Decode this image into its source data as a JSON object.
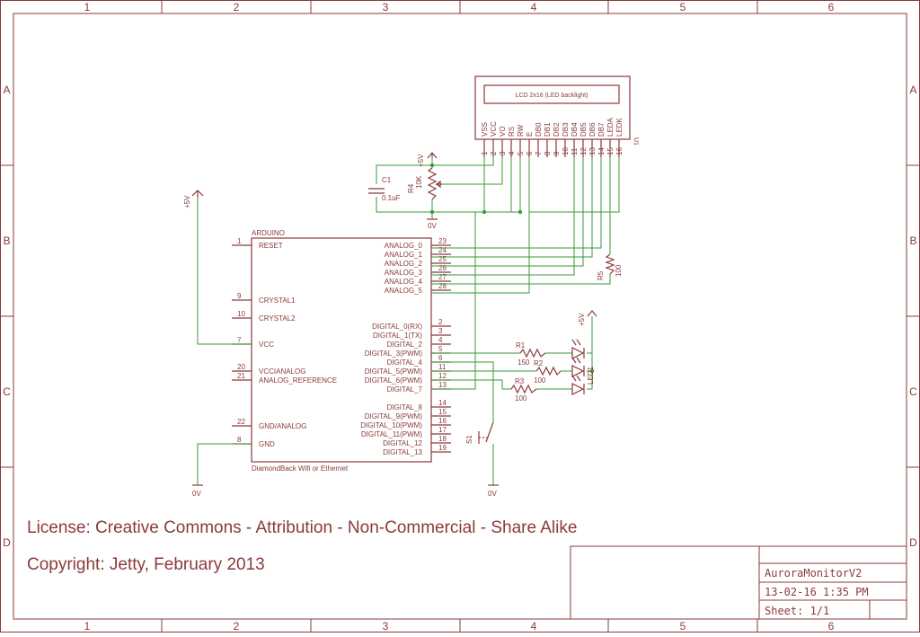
{
  "frame": {
    "columns": [
      "1",
      "2",
      "3",
      "4",
      "5",
      "6"
    ],
    "rows": [
      "A",
      "B",
      "C",
      "D"
    ]
  },
  "license": "License: Creative Commons - Attribution - Non-Commercial - Share Alike",
  "copyright": "Copyright: Jetty, February 2013",
  "title_block": {
    "name": "AuroraMonitorV2",
    "date": "13-02-16 1:35 PM",
    "sheet": "Sheet: 1/1"
  },
  "arduino": {
    "name": "ARDUINO",
    "value": "DiamondBack Wifi or Ethernet",
    "left_pins": [
      {
        "num": "1",
        "label": "RESET"
      },
      {
        "num": "9",
        "label": "CRYSTAL1"
      },
      {
        "num": "10",
        "label": "CRYSTAL2"
      },
      {
        "num": "7",
        "label": "VCC"
      },
      {
        "num": "20",
        "label": "VCCIANALOG"
      },
      {
        "num": "21",
        "label": "ANALOG_REFERENCE"
      },
      {
        "num": "22",
        "label": "GND/ANALOG"
      },
      {
        "num": "8",
        "label": "GND"
      }
    ],
    "right_pins": [
      {
        "num": "23",
        "label": "ANALOG_0"
      },
      {
        "num": "24",
        "label": "ANALOG_1"
      },
      {
        "num": "25",
        "label": "ANALOG_2"
      },
      {
        "num": "26",
        "label": "ANALOG_3"
      },
      {
        "num": "27",
        "label": "ANALOG_4"
      },
      {
        "num": "28",
        "label": "ANALOG_5"
      },
      {
        "num": "2",
        "label": "DIGITAL_0(RX)"
      },
      {
        "num": "3",
        "label": "DIGITAL_1(TX)"
      },
      {
        "num": "4",
        "label": "DIGITAL_2"
      },
      {
        "num": "5",
        "label": "DIGITAL_3(PWM)"
      },
      {
        "num": "6",
        "label": "DIGITAL_4"
      },
      {
        "num": "11",
        "label": "DIGITAL_5(PWM)"
      },
      {
        "num": "12",
        "label": "DIGITAL_6(PWM)"
      },
      {
        "num": "13",
        "label": "DIGITAL_7"
      },
      {
        "num": "14",
        "label": "DIGITAL_8"
      },
      {
        "num": "15",
        "label": "DIGITAL_9(PWM)"
      },
      {
        "num": "16",
        "label": "DIGITAL_10(PWM)"
      },
      {
        "num": "17",
        "label": "DIGITAL_11(PWM)"
      },
      {
        "num": "18",
        "label": "DIGITAL_12"
      },
      {
        "num": "19",
        "label": "DIGITAL_13"
      }
    ]
  },
  "lcd": {
    "label": "LCD 2x16 (LED backlight)",
    "ref": "U1",
    "pins": [
      {
        "num": "1",
        "label": "VSS"
      },
      {
        "num": "2",
        "label": "VCC"
      },
      {
        "num": "3",
        "label": "VO"
      },
      {
        "num": "4",
        "label": "RS"
      },
      {
        "num": "5",
        "label": "RW"
      },
      {
        "num": "6",
        "label": "E"
      },
      {
        "num": "7",
        "label": "DB0"
      },
      {
        "num": "8",
        "label": "DB1"
      },
      {
        "num": "9",
        "label": "DB2"
      },
      {
        "num": "10",
        "label": "DB3"
      },
      {
        "num": "11",
        "label": "DB4"
      },
      {
        "num": "12",
        "label": "DB5"
      },
      {
        "num": "13",
        "label": "DB6"
      },
      {
        "num": "14",
        "label": "DB7"
      },
      {
        "num": "15",
        "label": "LEDA"
      },
      {
        "num": "16",
        "label": "LEDK"
      }
    ]
  },
  "components": {
    "c1_ref": "C1",
    "c1_value": "0.1uF",
    "r4_ref": "R4",
    "r4_value": "10K",
    "r5_ref": "R5",
    "r5_value": "100",
    "r1_ref": "R1",
    "r1_value": "150",
    "r2_ref": "R2",
    "r2_value": "100",
    "r3_ref": "R3",
    "r3_value": "100",
    "led_ref": "LED1",
    "s1_ref": "S1"
  },
  "supplies": {
    "plus5v": "+5V",
    "gnd": "0V"
  }
}
